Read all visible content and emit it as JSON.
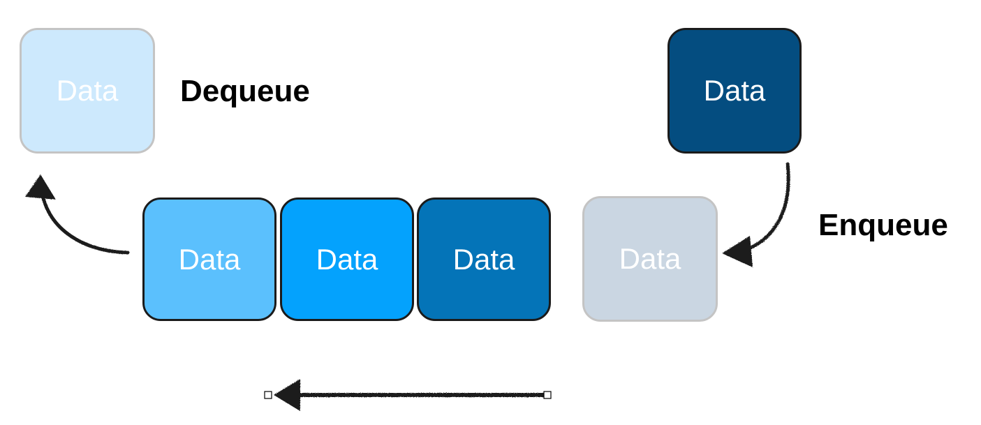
{
  "colors": {
    "dequeued": "#cde9fd",
    "queue_1": "#5bc0fd",
    "queue_2": "#04a2fd",
    "queue_3": "#0474b8",
    "incoming_slot": "#cad6e2",
    "incoming": "#044d80",
    "ink": "#1b1b1b"
  },
  "dequeued_item": {
    "label": "Data"
  },
  "dequeue_label": "Dequeue",
  "incoming_item": {
    "label": "Data"
  },
  "enqueue_label": "Enqueue",
  "queue": {
    "items": [
      {
        "label": "Data"
      },
      {
        "label": "Data"
      },
      {
        "label": "Data"
      }
    ],
    "incoming_slot": {
      "label": "Data"
    }
  }
}
